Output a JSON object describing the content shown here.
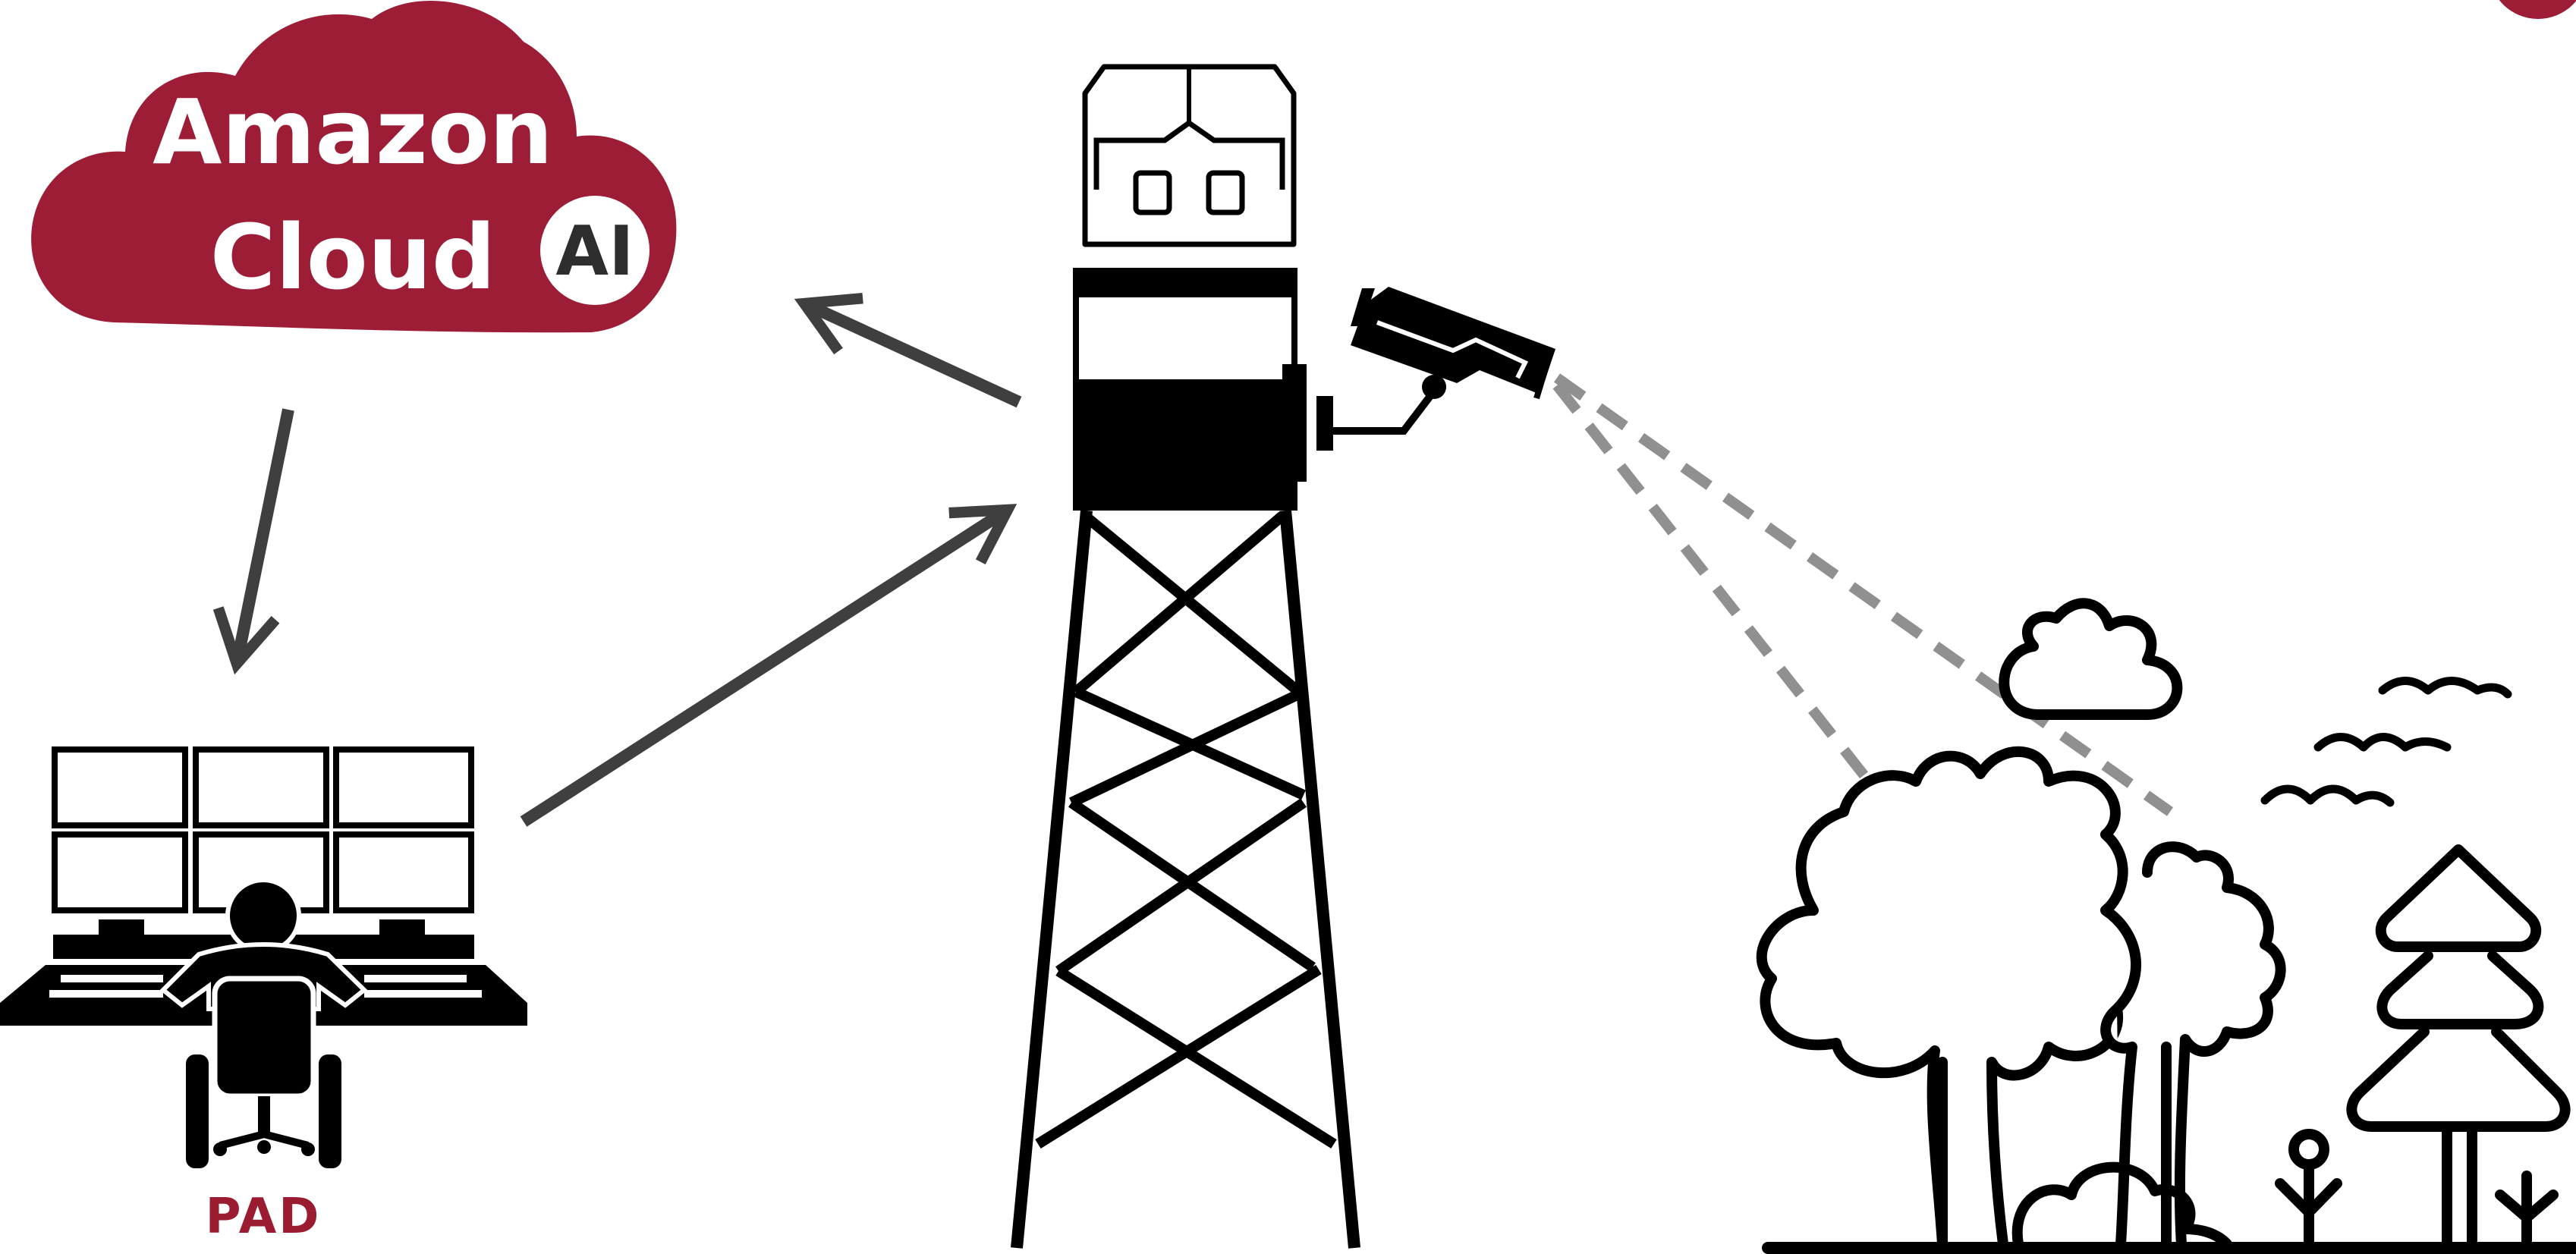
{
  "cloud": {
    "line1": "Amazon",
    "line2": "Cloud",
    "badge": "AI",
    "color": "#9d1c36"
  },
  "station": {
    "label": "PAD",
    "label_color": "#9b1b30"
  },
  "colors": {
    "arrow": "#3f3f3f",
    "line_art": "#000000",
    "camera_view": "#909090",
    "corner_accent": "#9d1c36"
  },
  "icons": [
    "amazon-cloud-icon",
    "ai-badge-icon",
    "control-room-operator-icon",
    "lookout-tower-icon",
    "surveillance-camera-icon",
    "forest-landscape-icon",
    "bird-icon",
    "small-cloud-icon"
  ]
}
